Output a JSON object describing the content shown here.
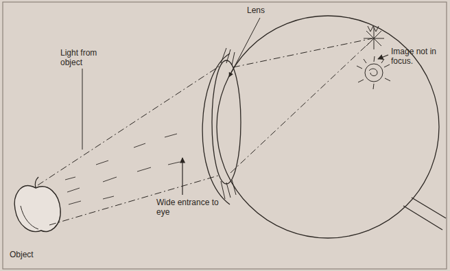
{
  "diagram": {
    "labels": [
      "Lens",
      "Light from object",
      "Image not in focus.",
      "Wide entrance to eye",
      "Object"
    ]
  }
}
